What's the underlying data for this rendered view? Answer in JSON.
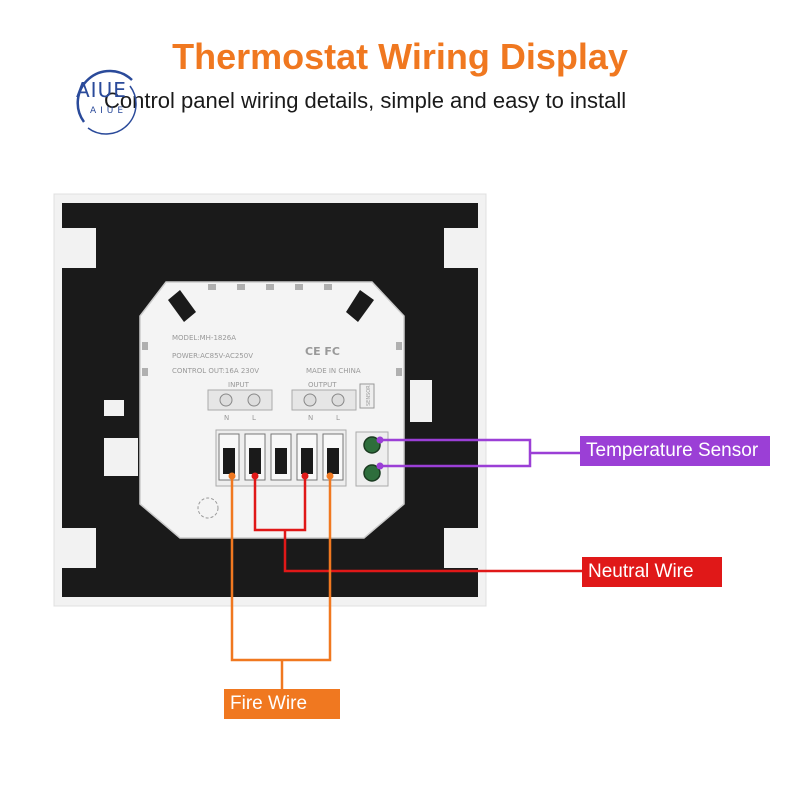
{
  "header": {
    "title": "Thermostat Wiring Display",
    "subtitle": "Control panel wiring details, simple and easy to install"
  },
  "watermark": {
    "text": "AIUE",
    "sub": "AIUE"
  },
  "panel": {
    "model": "MODEL:MH-1826A",
    "power": "POWER:AC85V-AC250V",
    "control": "CONTROL OUT:16A 230V",
    "certs": "CE FC",
    "made": "MADE IN CHINA",
    "input_label": "INPUT",
    "output_label": "OUTPUT",
    "terminal_n": "N",
    "terminal_l": "L",
    "sensor_label": "SENSOR"
  },
  "labels": {
    "temperature_sensor": "Temperature Sensor",
    "neutral_wire": "Neutral Wire",
    "fire_wire": "Fire Wire"
  },
  "colors": {
    "title": "#f07820",
    "sensor": "#9b3fd6",
    "neutral": "#e01818",
    "fire": "#f07820",
    "panel_frame": "#1a1a1a",
    "panel_body": "#f4f4f4"
  }
}
